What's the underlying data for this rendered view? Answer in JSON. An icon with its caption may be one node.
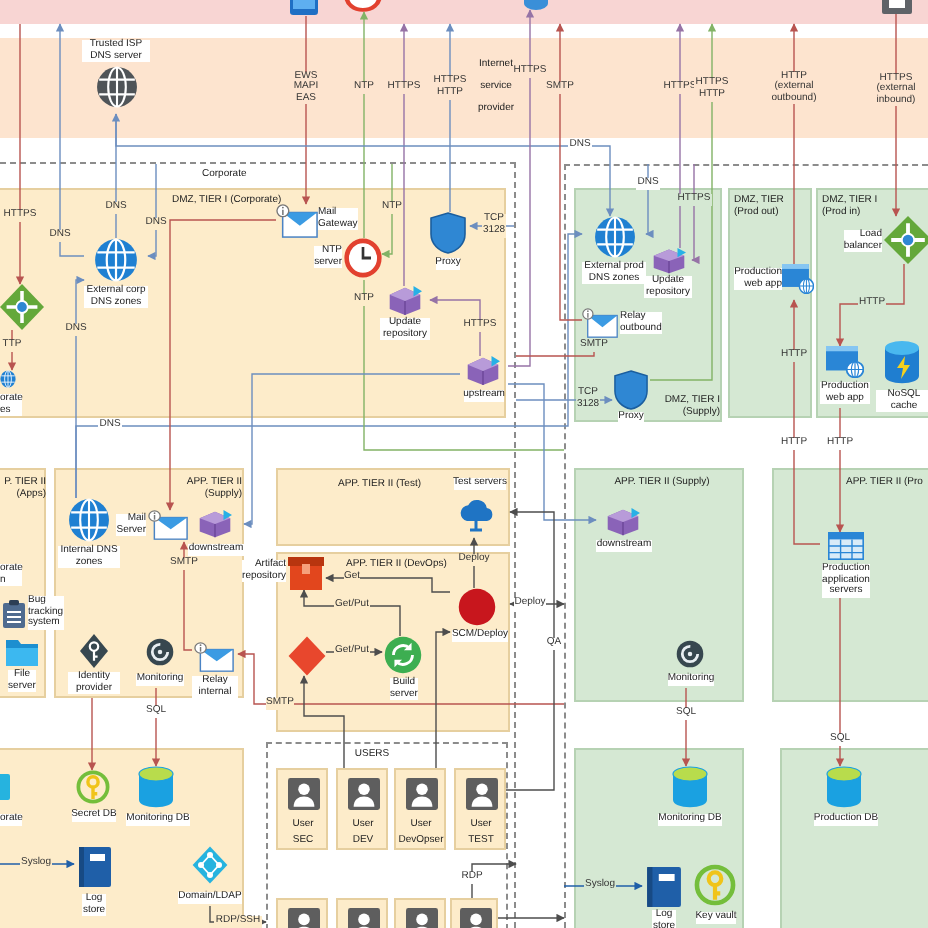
{
  "diagram": {
    "nodes": [
      {
        "text": [],
        "shape": "box"
      },
      {
        "text": [],
        "shape": "picture",
        "in": 0
      },
      {
        "text": [],
        "shape": "circle",
        "in": 0
      },
      {
        "text": [],
        "shape": "circle",
        "in": 0
      },
      {
        "text": [],
        "shape": "picture",
        "in": 0
      },
      {
        "text": [
          "Internet service provider"
        ]
      },
      {
        "text": [
          "Trusted ISP DNS server"
        ],
        "in": 5
      },
      {
        "text": [
          "Corporate"
        ]
      },
      {
        "text": [
          "DMZ, TIER I (Corporate)"
        ],
        "in": 7
      },
      {
        "text": [],
        "shape": "picture",
        "in": 8
      },
      {
        "text": [
          "orate es"
        ],
        "in": 8
      },
      {
        "text": [
          "External corp DNS zones"
        ],
        "in": 8
      },
      {
        "text": [
          "Mail Gateway"
        ],
        "in": 8
      },
      {
        "text": [
          "NTP server"
        ],
        "in": 8
      },
      {
        "text": [
          "Proxy"
        ],
        "in": 8
      },
      {
        "text": [
          "Update repository"
        ],
        "in": 8
      },
      {
        "text": [
          "upstream"
        ],
        "in": 8
      },
      {
        "text": [
          "P. TIER II (Apps)"
        ],
        "in": 7
      },
      {
        "text": [
          "orate n"
        ],
        "in": 17
      },
      {
        "text": [
          "Bug tracking system"
        ],
        "in": 7
      },
      {
        "text": [
          "File server"
        ],
        "in": 17
      },
      {
        "text": [
          "APP. TIER II (Supply)"
        ],
        "in": 7
      },
      {
        "text": [
          "Internal DNS zones"
        ],
        "in": 21
      },
      {
        "text": [
          "Mail Server"
        ],
        "in": 21
      },
      {
        "text": [
          "downstream"
        ],
        "in": 21
      },
      {
        "text": [
          "Identity provider"
        ],
        "in": 21
      },
      {
        "text": [
          "Monitoring"
        ],
        "in": 21
      },
      {
        "text": [
          "Relay internal"
        ],
        "in": 21
      },
      {
        "text": [],
        "shape": "box",
        "in": 7
      },
      {
        "text": [
          "orate"
        ],
        "in": 28
      },
      {
        "text": [
          "Secret DB"
        ],
        "in": 28
      },
      {
        "text": [
          "Monitoring DB"
        ],
        "in": 28
      },
      {
        "text": [
          "Log store"
        ],
        "in": 28
      },
      {
        "text": [
          "Domain/LDAP"
        ],
        "in": 28
      },
      {
        "text": [
          "APP. TIER II (Test)"
        ],
        "in": 7
      },
      {
        "text": [
          "Test servers"
        ],
        "in": 34
      },
      {
        "text": [
          "APP. TIER II (DevOps)"
        ],
        "in": 7
      },
      {
        "text": [
          "Artifact repository"
        ],
        "in": 7
      },
      {
        "text": [
          "SCM/Deploy"
        ],
        "in": 36
      },
      {
        "text": [],
        "shape": "diamond",
        "in": 36
      },
      {
        "text": [
          "Build server"
        ],
        "in": 36
      },
      {
        "text": [
          "USERS"
        ],
        "in": 7
      },
      {
        "text": [
          "User SEC"
        ],
        "in": 41
      },
      {
        "text": [
          "User DEV"
        ],
        "in": 41
      },
      {
        "text": [
          "User DevOpser"
        ],
        "in": 41
      },
      {
        "text": [
          "User TEST"
        ],
        "in": 41
      },
      {
        "text": [],
        "shape": "person",
        "in": 41
      },
      {
        "text": [],
        "shape": "person",
        "in": 41
      },
      {
        "text": [],
        "shape": "person",
        "in": 41
      },
      {
        "text": [],
        "shape": "person",
        "in": 41
      },
      {
        "text": [],
        "shape": "box"
      },
      {
        "text": [
          "DMZ, TIER I (Supply)"
        ],
        "in": 50
      },
      {
        "text": [
          "External prod DNS zones"
        ],
        "in": 51
      },
      {
        "text": [
          "Update repository"
        ],
        "in": 51
      },
      {
        "text": [
          "Relay outbound"
        ],
        "in": 51
      },
      {
        "text": [
          "Proxy"
        ],
        "in": 51
      },
      {
        "text": [
          "DMZ, TIER (Prod out)"
        ],
        "in": 50
      },
      {
        "text": [
          "Production web app"
        ],
        "in": 56
      },
      {
        "text": [
          "DMZ, TIER I (Prod in)"
        ],
        "in": 50
      },
      {
        "text": [
          "Load balancer"
        ],
        "in": 58
      },
      {
        "text": [
          "Production web app"
        ],
        "in": 58
      },
      {
        "text": [
          "NoSQL cache"
        ],
        "in": 58
      },
      {
        "text": [
          "APP. TIER II (Supply)"
        ],
        "in": 50
      },
      {
        "text": [
          "downstream"
        ],
        "in": 62
      },
      {
        "text": [
          "Monitoring"
        ],
        "in": 62
      },
      {
        "text": [
          "APP. TIER II (Pro"
        ],
        "in": 50
      },
      {
        "text": [
          "Production application servers"
        ],
        "in": 65
      },
      {
        "text": [],
        "shape": "box",
        "in": 50
      },
      {
        "text": [
          "Monitoring DB"
        ],
        "in": 67
      },
      {
        "text": [
          "Log store"
        ],
        "in": 67
      },
      {
        "text": [
          "Key vault"
        ],
        "in": 67
      },
      {
        "text": [],
        "shape": "box",
        "in": 50
      },
      {
        "text": [
          "Production DB"
        ],
        "in": 71
      }
    ],
    "edges": [
      {
        "from": 1,
        "to": 12,
        "arrow": "to",
        "label": "EWS MAPI EAS"
      },
      {
        "from": 13,
        "to": 2,
        "arrow": "to",
        "label": "NTP",
        "color": "#82b366"
      },
      {
        "from": 15,
        "to": 0,
        "arrow": "to",
        "label": "HTTPS",
        "color": "#9673a6"
      },
      {
        "from": 14,
        "to": 0,
        "arrow": "to",
        "label": "HTTPS HTTP",
        "color": "#6c8ebf"
      },
      {
        "from": 0,
        "to": 9,
        "arrow": "to",
        "label": "HTTPS"
      },
      {
        "from": 11,
        "to": 6,
        "arrow": "to",
        "label": "DNS",
        "color": "#6c8ebf"
      },
      {
        "from": 11,
        "to": 0,
        "arrow": "to",
        "label": "DNS",
        "color": "#6c8ebf"
      },
      {
        "from": 6,
        "to": 52,
        "arrow": "to",
        "label": "DNS",
        "color": "#6c8ebf"
      },
      {
        "from": null,
        "to": 52,
        "arrow": "to",
        "label": "DNS",
        "color": "#6c8ebf"
      },
      {
        "from": 22,
        "to": 11,
        "arrow": "to",
        "label": "DNS",
        "color": "#6c8ebf"
      },
      {
        "from": null,
        "to": 11,
        "arrow": "to",
        "label": "DNS",
        "color": "#6c8ebf"
      },
      {
        "from": 22,
        "to": 52,
        "arrow": "to",
        "label": "DNS",
        "color": "#6c8ebf"
      },
      {
        "from": 12,
        "to": 23,
        "arrow": "to"
      },
      {
        "from": 27,
        "to": 23,
        "arrow": "to",
        "label": "SMTP"
      },
      {
        "from": 50,
        "to": 27,
        "arrow": "to",
        "label": "SMTP"
      },
      {
        "from": null,
        "to": 13,
        "arrow": "to",
        "label": "NTP",
        "color": "#82b366"
      },
      {
        "from": 13,
        "to": 50,
        "arrow": "none",
        "label": "NTP",
        "color": "#82b366"
      },
      {
        "from": 16,
        "to": 15,
        "arrow": "to",
        "label": "HTTPS",
        "color": "#9673a6"
      },
      {
        "from": 16,
        "to": 24,
        "arrow": "to",
        "color": "#6c8ebf"
      },
      {
        "from": 16,
        "to": 63,
        "arrow": "to",
        "color": "#6c8ebf"
      },
      {
        "from": null,
        "to": 14,
        "arrow": "to",
        "label": "TCP 3128",
        "color": "#6c8ebf"
      },
      {
        "from": 16,
        "to": 3,
        "arrow": "to",
        "label": "HTTPS",
        "color": "#9673a6"
      },
      {
        "from": 54,
        "to": 0,
        "arrow": "to",
        "label": "SMTP"
      },
      {
        "from": 7,
        "to": 54,
        "arrow": "to",
        "label": "SMTP"
      },
      {
        "from": 7,
        "to": 55,
        "arrow": "to",
        "label": "TCP 3128",
        "color": "#6c8ebf"
      },
      {
        "from": 53,
        "to": 0,
        "arrow": "to",
        "label": "HTTPS",
        "color": "#9673a6"
      },
      {
        "from": 55,
        "to": 0,
        "arrow": "to",
        "label": "HTTPS HTTP",
        "color": "#82b366"
      },
      {
        "from": null,
        "to": 53,
        "arrow": "to",
        "label": "HTTPS",
        "color": "#9673a6"
      },
      {
        "from": 57,
        "to": 0,
        "arrow": "to",
        "label": "HTTP (external outbound)"
      },
      {
        "from": 66,
        "to": 57,
        "arrow": "to",
        "label": "HTTP"
      },
      {
        "from": 4,
        "to": 59,
        "arrow": "to",
        "label": "HTTPS (external inbound)"
      },
      {
        "from": 59,
        "to": 60,
        "arrow": "to",
        "label": "HTTP"
      },
      {
        "from": 60,
        "to": 66,
        "arrow": "to",
        "label": "HTTP"
      },
      {
        "from": 66,
        "to": 72,
        "arrow": "to",
        "label": "SQL"
      },
      {
        "from": 64,
        "to": 68,
        "arrow": "to",
        "label": "SQL"
      },
      {
        "from": 26,
        "to": 31,
        "arrow": "to",
        "label": "SQL"
      },
      {
        "from": 25,
        "to": 30,
        "arrow": "to"
      },
      {
        "from": null,
        "to": 32,
        "arrow": "to",
        "label": "Syslog",
        "color": "#1f5fa8"
      },
      {
        "from": null,
        "to": 69,
        "arrow": "to",
        "label": "Syslog",
        "color": "#1f5fa8"
      },
      {
        "from": 33,
        "to": 41,
        "arrow": "to",
        "label": "RDP/SSH",
        "color": "#4d4d4d"
      },
      {
        "from": 49,
        "to": 7,
        "arrow": "to",
        "label": "RDP",
        "color": "#4d4d4d"
      },
      {
        "from": 49,
        "to": 50,
        "arrow": "to",
        "color": "#4d4d4d"
      },
      {
        "from": 43,
        "to": 39,
        "arrow": "to",
        "color": "#4d4d4d"
      },
      {
        "from": 40,
        "to": 37,
        "arrow": "to",
        "label": "Get/Put",
        "color": "#4d4d4d"
      },
      {
        "from": 38,
        "to": 37,
        "arrow": "to",
        "label": "Get",
        "color": "#4d4d4d"
      },
      {
        "from": 39,
        "to": 40,
        "arrow": "to",
        "label": "Get/Put",
        "color": "#4d4d4d"
      },
      {
        "from": 38,
        "to": 50,
        "arrow": "both",
        "label": "Deploy",
        "color": "#4d4d4d"
      },
      {
        "from": 38,
        "to": 35,
        "arrow": "to",
        "label": "Deploy",
        "color": "#4d4d4d"
      },
      {
        "from": 45,
        "to": 35,
        "arrow": "to",
        "label": "QA",
        "color": "#4d4d4d"
      },
      {
        "from": 44,
        "to": 38,
        "arrow": "to",
        "color": "#4d4d4d"
      },
      {
        "from": 9,
        "to": 10,
        "arrow": "to",
        "label": "TTP"
      }
    ],
    "labels": [
      "HTTP"
    ]
  }
}
